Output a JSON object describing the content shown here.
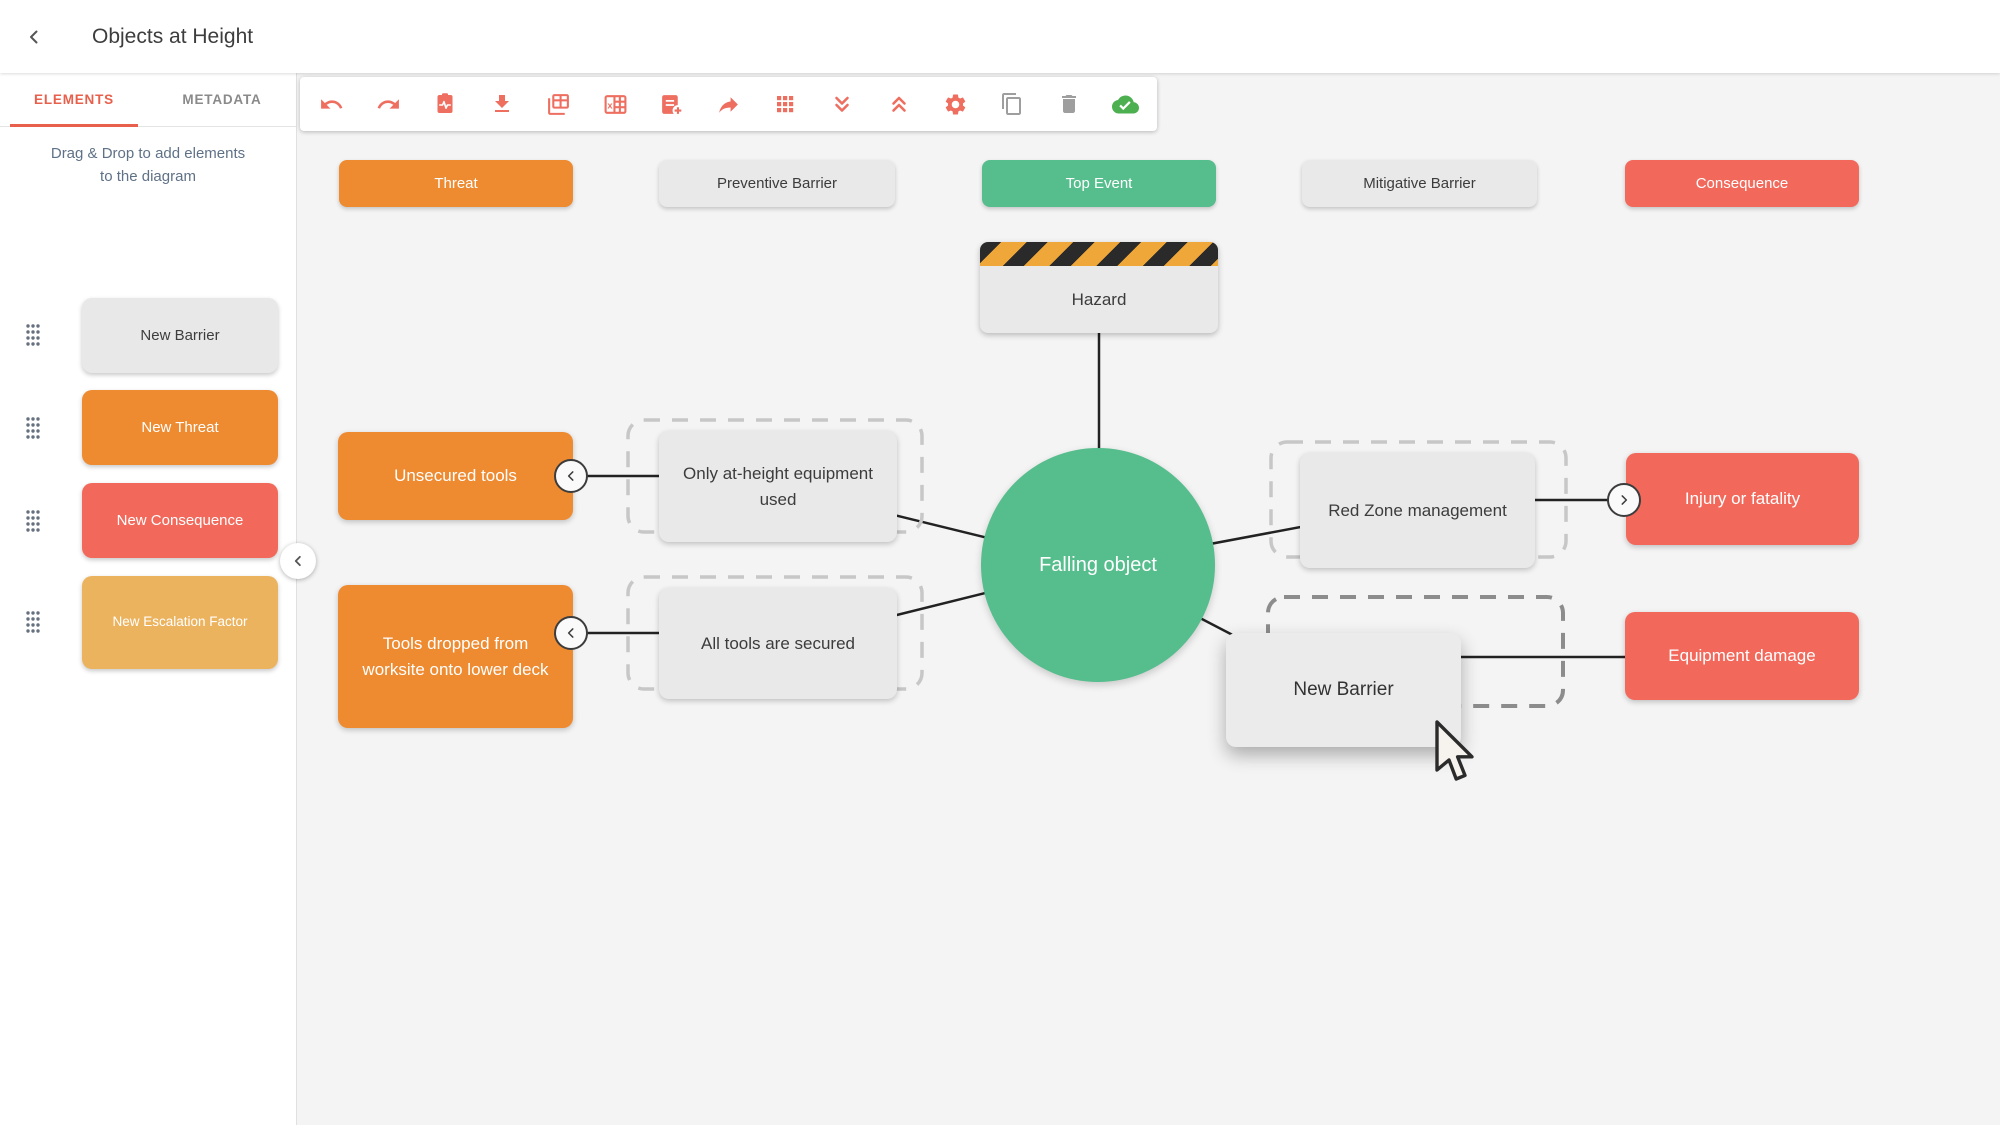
{
  "app": {
    "title": "Objects at Height"
  },
  "sidebar": {
    "tabs": [
      {
        "label": "ELEMENTS",
        "active": true
      },
      {
        "label": "METADATA",
        "active": false
      }
    ],
    "hint_line1": "Drag & Drop to add elements",
    "hint_line2": "to the diagram",
    "palette": [
      {
        "label": "New Barrier",
        "color": "#e8e8e8",
        "text_color": "#3d3d3d"
      },
      {
        "label": "New Threat",
        "color": "#ee8a30",
        "text_color": "#ffffff"
      },
      {
        "label": "New Consequence",
        "color": "#f2695c",
        "text_color": "#ffffff"
      },
      {
        "label": "New Escalation Factor",
        "color": "#ecb35f",
        "text_color": "#ffffff"
      }
    ]
  },
  "toolbar": {
    "icons": [
      "undo",
      "redo",
      "clipboard-pulse",
      "download",
      "table-multiple",
      "excel-export",
      "note-add",
      "share",
      "grid",
      "collapse-all",
      "expand-all",
      "settings",
      "copy",
      "delete",
      "cloud-saved"
    ],
    "icon_color": "#ee6e60",
    "muted_icon_color": "#9e9e9e",
    "saved_icon_color": "#4caf50"
  },
  "diagram": {
    "headers": [
      {
        "label": "Threat",
        "color": "#ee8a30"
      },
      {
        "label": "Preventive Barrier",
        "color": "#e9e9e9"
      },
      {
        "label": "Top Event",
        "color": "#56bd8d"
      },
      {
        "label": "Mitigative Barrier",
        "color": "#e9e9e9"
      },
      {
        "label": "Consequence",
        "color": "#f2695c"
      }
    ],
    "hazard": {
      "label": "Hazard"
    },
    "top_event": {
      "label": "Falling object",
      "color": "#56bd8d"
    },
    "threats": [
      {
        "label": "Unsecured tools"
      },
      {
        "label": "Tools dropped from worksite onto lower deck"
      }
    ],
    "preventive_barriers": [
      {
        "label": "Only at-height equipment used"
      },
      {
        "label": "All tools are secured"
      }
    ],
    "mitigative_barriers": [
      {
        "label": "Red Zone management"
      },
      {
        "label": "New Barrier",
        "state": "dragging"
      }
    ],
    "consequences": [
      {
        "label": "Injury or fatality"
      },
      {
        "label": "Equipment damage"
      }
    ],
    "connectors": {
      "left_glyph": "chevron-left",
      "right_glyph": "chevron-right"
    }
  }
}
